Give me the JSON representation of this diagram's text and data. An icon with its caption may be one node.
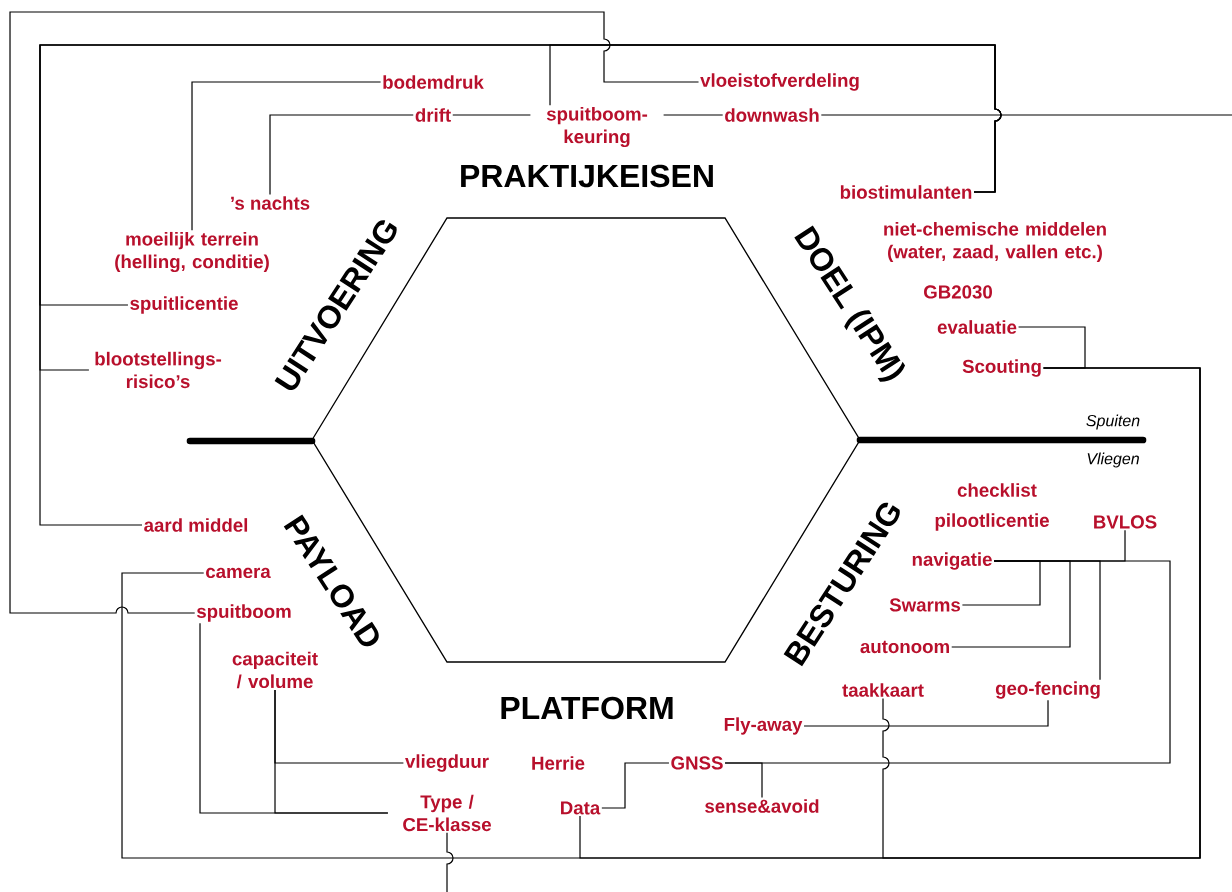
{
  "diagram": {
    "nodes": [
      {
        "text": [
          "bodemdruk"
        ]
      },
      {
        "text": [
          "vloeistofverdeling"
        ]
      },
      {
        "text": [
          "drift"
        ]
      },
      {
        "text": [
          "spuitboom- keuring"
        ]
      },
      {
        "text": [
          "downwash"
        ]
      },
      {
        "text": [
          "’s nachts"
        ]
      },
      {
        "text": [
          "moeilijk terrein (helling, conditie)"
        ]
      },
      {
        "text": [
          "biostimulanten"
        ]
      },
      {
        "text": [
          "spuitlicentie"
        ]
      },
      {
        "text": [
          "blootstellings- risico’s"
        ]
      },
      {
        "text": [
          "evaluatie"
        ]
      },
      {
        "text": [
          "Scouting"
        ]
      },
      {
        "text": [
          "aard middel"
        ]
      },
      {
        "text": [
          "camera"
        ]
      },
      {
        "text": [
          "spuitboom"
        ]
      },
      {
        "text": [
          "capaciteit / volume"
        ]
      },
      {
        "text": [
          "navigatie"
        ]
      },
      {
        "text": [
          "Swarms"
        ]
      },
      {
        "text": [
          "autonoom"
        ]
      },
      {
        "text": [
          "geo-fencing"
        ]
      },
      {
        "text": [
          "BVLOS"
        ]
      },
      {
        "text": [
          "taakkaart"
        ]
      },
      {
        "text": [
          "Fly-away"
        ]
      },
      {
        "text": [
          "GNSS"
        ]
      },
      {
        "text": [
          "vliegduur"
        ]
      },
      {
        "text": [
          "Type / CE-klasse"
        ]
      },
      {
        "text": [
          "Data"
        ]
      },
      {
        "text": [
          "sense&avoid"
        ]
      },
      {
        "text": [],
        "shape": "hexagon"
      }
    ],
    "edges": [
      {
        "from": 14,
        "to": 1,
        "arrow": "none"
      },
      {
        "from": 7,
        "to": 3,
        "arrow": "none"
      },
      {
        "from": 7,
        "to": 8,
        "arrow": "none"
      },
      {
        "from": 7,
        "to": 9,
        "arrow": "none"
      },
      {
        "from": 7,
        "to": 12,
        "arrow": "none"
      },
      {
        "from": 0,
        "to": 6,
        "arrow": "none"
      },
      {
        "from": 2,
        "to": 5,
        "arrow": "none"
      },
      {
        "from": 2,
        "to": 3,
        "arrow": "none"
      },
      {
        "from": 3,
        "to": 4,
        "arrow": "none"
      },
      {
        "from": 4,
        "to": null,
        "arrow": "none"
      },
      {
        "from": 11,
        "to": 10,
        "arrow": "none"
      },
      {
        "from": 11,
        "to": 13,
        "arrow": "none"
      },
      {
        "from": 11,
        "to": 21,
        "arrow": "none"
      },
      {
        "from": 11,
        "to": 26,
        "arrow": "none"
      },
      {
        "from": 14,
        "to": 25,
        "arrow": "none"
      },
      {
        "from": 15,
        "to": 24,
        "arrow": "none"
      },
      {
        "from": 15,
        "to": 25,
        "arrow": "none"
      },
      {
        "from": 25,
        "to": null,
        "arrow": "none"
      },
      {
        "from": 26,
        "to": 23,
        "arrow": "none"
      },
      {
        "from": 23,
        "to": 27,
        "arrow": "none"
      },
      {
        "from": 16,
        "to": 23,
        "arrow": "none"
      },
      {
        "from": 16,
        "to": 17,
        "arrow": "none"
      },
      {
        "from": 16,
        "to": 18,
        "arrow": "none"
      },
      {
        "from": 16,
        "to": 19,
        "arrow": "none"
      },
      {
        "from": 16,
        "to": 20,
        "arrow": "none"
      },
      {
        "from": 22,
        "to": 19,
        "arrow": "none"
      }
    ],
    "labels": [
      "PRAKTIJKEISEN",
      "UITVOERING",
      "DOEL (IPM)",
      "niet-chemische middelen (water, zaad, vallen etc.)",
      "GB2030",
      "Spuiten",
      "Vliegen",
      "checklist",
      "pilootlicentie",
      "PAYLOAD",
      "BESTURING",
      "PLATFORM",
      "Herrie"
    ]
  }
}
